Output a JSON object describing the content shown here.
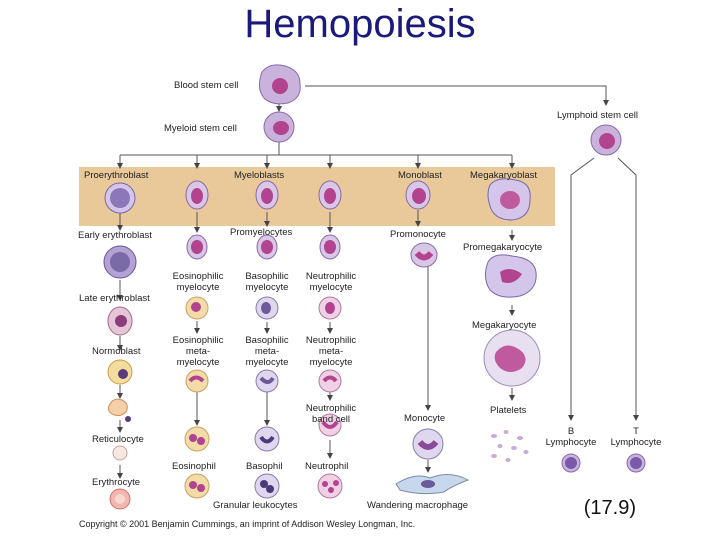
{
  "title": "Hemopoiesis",
  "figure_number": "(17.9)",
  "copyright": "Copyright © 2001 Benjamin Cummings, an imprint of Addison Wesley Longman, Inc.",
  "labels": {
    "blood_stem_cell": "Blood stem cell",
    "myeloid_stem_cell": "Myeloid stem cell",
    "lymphoid_stem_cell": "Lymphoid stem cell",
    "proerythroblast": "Proerythroblast",
    "myeloblasts": "Myeloblasts",
    "monoblast": "Monoblast",
    "megakaryoblast": "Megakaryoblast",
    "early_erythroblast": "Early erythroblast",
    "late_erythroblast": "Late erythroblast",
    "normoblast": "Normoblast",
    "reticulocyte": "Reticulocyte",
    "erythrocyte": "Erythrocyte",
    "promyelocytes": "Promyelocytes",
    "eosinophilic_myelocyte": "Eosinophilic\nmyelocyte",
    "basophilic_myelocyte": "Basophilic\nmyelocyte",
    "neutrophilic_myelocyte": "Neutrophilic\nmyelocyte",
    "eosinophilic_metamyelocyte": "Eosinophilic\nmeta-\nmyelocyte",
    "basophilic_metamyelocyte": "Basophilic\nmeta-\nmyelocyte",
    "neutrophilic_metamyelocyte": "Neutrophilic\nmeta-\nmyelocyte",
    "neutrophilic_band_cell": "Neutrophilic\nband cell",
    "eosinophil": "Eosinophil",
    "basophil": "Basophil",
    "neutrophil": "Neutrophil",
    "granular_leukocytes": "Granular leukocytes",
    "promonocyte": "Promonocyte",
    "monocyte": "Monocyte",
    "wandering_macrophage": "Wandering macrophage",
    "promegakaryocyte": "Promegakaryocyte",
    "megakaryocyte": "Megakaryocyte",
    "platelets": "Platelets",
    "b_lymphocyte": "B\nLymphocyte",
    "t_lymphocyte": "T\nLymphocyte"
  },
  "colors": {
    "title": "#1a1a7a",
    "band": "#e9c99a",
    "cell_purple": "#c9b3dd",
    "nucleus": "#b2438f",
    "erythrocyte": "#f2b8b0",
    "line": "#555555"
  }
}
